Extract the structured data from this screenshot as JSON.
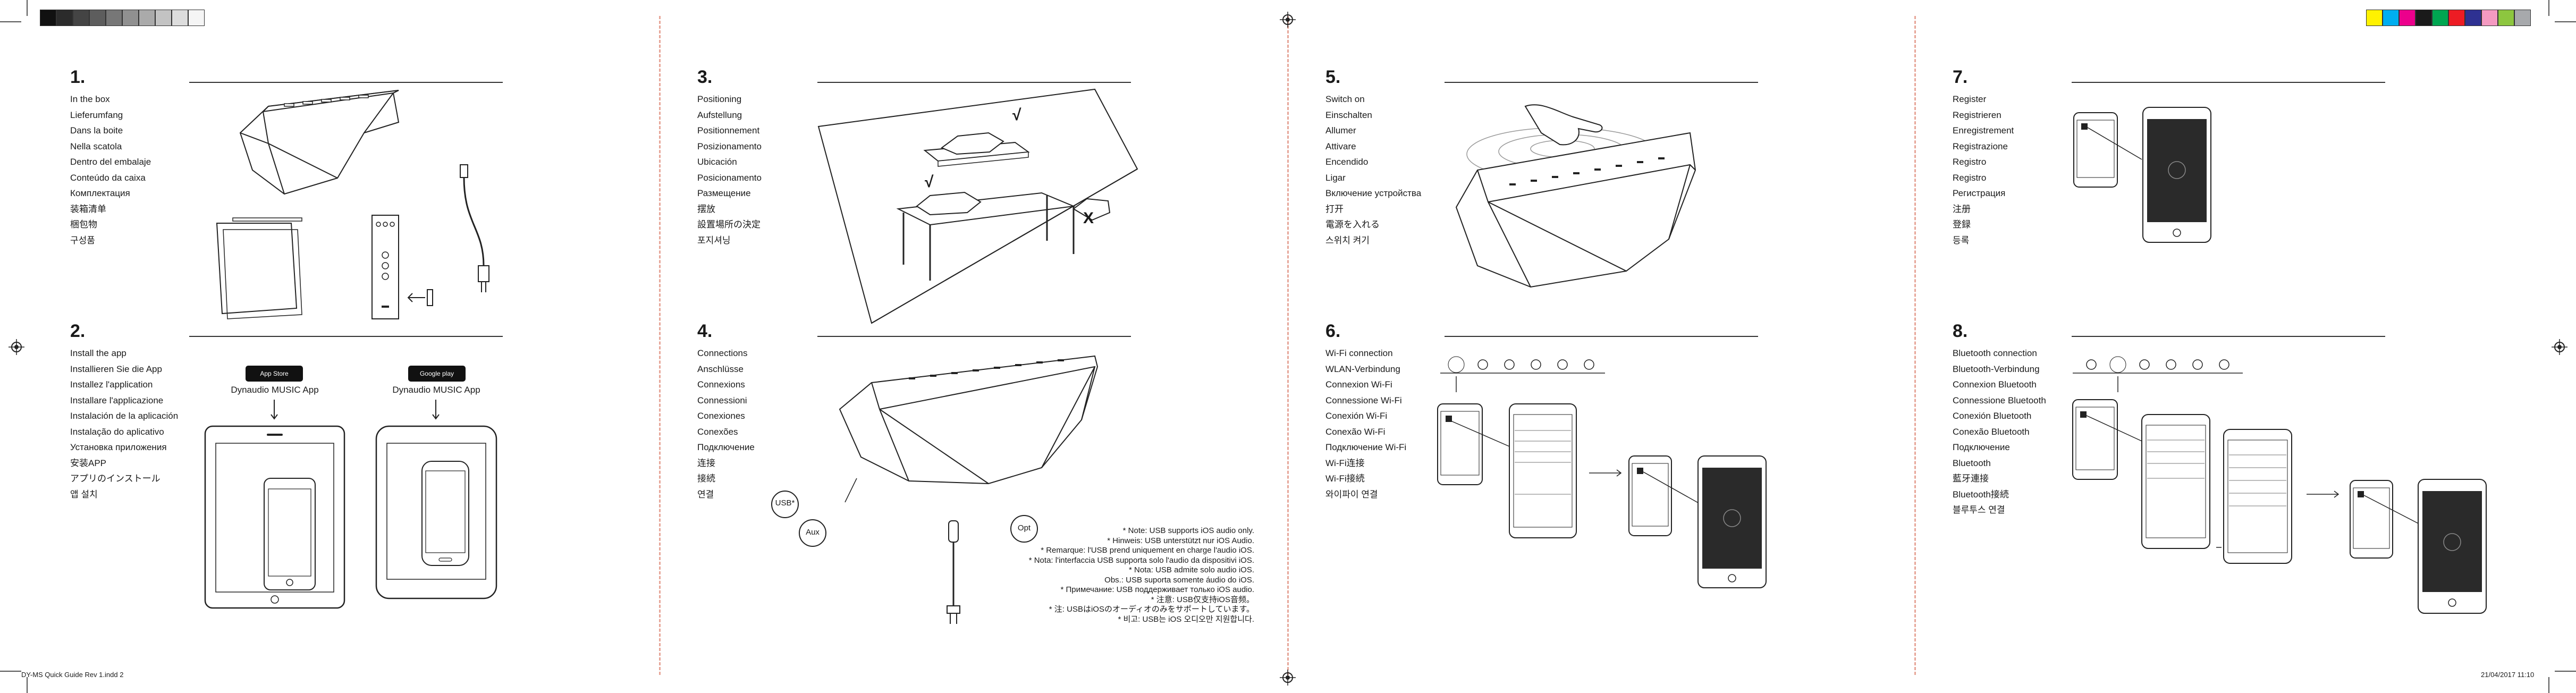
{
  "sections": [
    {
      "num": "1.",
      "items": [
        "In the box",
        "Lieferumfang",
        "Dans la boite",
        "Nella scatola",
        "Dentro del embalaje",
        "Conteúdo da caixa",
        "Комплектация",
        "装箱清单",
        "梱包物",
        "구성품"
      ]
    },
    {
      "num": "2.",
      "items": [
        "Install the app",
        "Installieren Sie die App",
        "Installez l'application",
        "Installare l'applicazione",
        "Instalación de la aplicación",
        "Instalação do aplicativo",
        "Установка приложения",
        "安装APP",
        "アプリのインストール",
        "앱 설치"
      ]
    },
    {
      "num": "3.",
      "items": [
        "Positioning",
        "Aufstellung",
        "Positionnement",
        "Posizionamento",
        "Ubicación",
        "Posicionamento",
        "Размещение",
        "摆放",
        "設置場所の決定",
        "포지셔닝"
      ]
    },
    {
      "num": "4.",
      "items": [
        "Connections",
        "Anschlüsse",
        "Connexions",
        "Connessioni",
        "Conexiones",
        "Conexões",
        "Подключение",
        "连接",
        "接続",
        "연결"
      ]
    },
    {
      "num": "5.",
      "items": [
        "Switch on",
        "Einschalten",
        "Allumer",
        "Attivare",
        "Encendido",
        "Ligar",
        "Включение устройства",
        "打开",
        "電源を入れる",
        "스위치 켜기"
      ]
    },
    {
      "num": "6.",
      "items": [
        "Wi-Fi connection",
        "WLAN-Verbindung",
        "Connexion Wi-Fi",
        "Connessione Wi-Fi",
        "Conexión Wi-Fi",
        "Conexão Wi-Fi",
        "Подключение Wi-Fi",
        "Wi-Fi连接",
        "Wi-Fi接続",
        "와이파이 연결"
      ]
    },
    {
      "num": "7.",
      "items": [
        "Register",
        "Registrieren",
        "Enregistrement",
        "Registrazione",
        "Registro",
        "Registro",
        "Регистрация",
        "注册",
        "登録",
        "등록"
      ]
    },
    {
      "num": "8.",
      "items": [
        "Bluetooth connection",
        "Bluetooth-Verbindung",
        "Connexion Bluetooth",
        "Connessione Bluetooth",
        "Conexión Bluetooth",
        "Conexão Bluetooth",
        "Подключение",
        "Bluetooth",
        "藍牙連接",
        "Bluetooth接続",
        "블루투스 연결"
      ]
    }
  ],
  "app": {
    "appstore_caption": "Dynaudio MUSIC App",
    "googleplay_caption": "Dynaudio MUSIC App",
    "appstore_badge": "App Store",
    "googleplay_badge": "Google play"
  },
  "positioning": {
    "ok1": "√",
    "ok2": "√",
    "bad": "X"
  },
  "connections": {
    "usb": "USB*",
    "aux": "Aux",
    "opt": "Opt"
  },
  "usb_notes": [
    "* Note: USB supports iOS audio only.",
    "* Hinweis: USB unterstützt nur iOS Audio.",
    "* Remarque: l'USB prend uniquement en charge l'audio iOS.",
    "* Nota: l'interfaccia USB supporta solo l'audio da dispositivi iOS.",
    "* Nota: USB admite solo audio iOS.",
    "Obs.: USB suporta somente áudio do iOS.",
    "* Примечание: USB поддерживает только iOS audio.",
    "* 注意: USB仅支持iOS音频。",
    "* 注: USBはiOSのオーディオのみをサポートしています。",
    "* 비고: USB는 iOS 오디오만 지원합니다."
  ],
  "slug": {
    "file": "DY-MS Quick Guide Rev 1.indd   2",
    "date": "21/04/2017   11:10"
  },
  "colors": {
    "grayscale": [
      "#111111",
      "#2b2b2b",
      "#444444",
      "#5d5d5d",
      "#777777",
      "#909090",
      "#aaaaaa",
      "#c3c3c3",
      "#dddddd",
      "#f5f5f5"
    ],
    "process": [
      "#fff200",
      "#00aeef",
      "#ec008c",
      "#1a1a1a",
      "#00a651",
      "#ed1c24",
      "#2e3192",
      "#f49ac1",
      "#8dc63f",
      "#a7a9ac"
    ],
    "fold_line": "#e7a79a"
  }
}
